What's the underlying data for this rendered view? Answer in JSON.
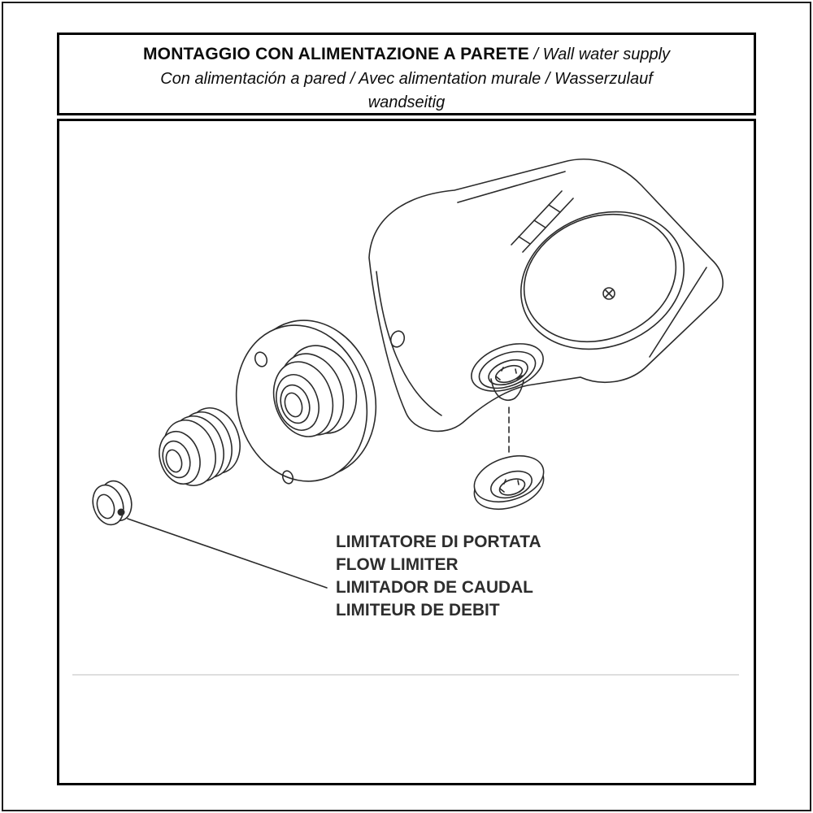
{
  "header": {
    "title_bold": "MONTAGGIO CON ALIMENTAZIONE A PARETE",
    "separator": " / ",
    "title_italic": "Wall water supply",
    "subtitle_line1": "Con alimentación a pared / Avec alimentation murale / Wasserzulauf",
    "subtitle_line2": "wandseitig"
  },
  "diagram": {
    "label_lines": [
      "LIMITATORE DI PORTATA",
      "FLOW LIMITER",
      "LIMITADOR DE CAUDAL",
      "LIMITEUR DE DEBIT"
    ],
    "parts": [
      "shower-head",
      "supply-escutcheon",
      "wall-flange",
      "threaded-adapter",
      "flow-limiter"
    ]
  },
  "colors": {
    "line": "#2b2b2b",
    "border": "#000000",
    "divider": "#c9c9c9",
    "background": "#ffffff"
  }
}
